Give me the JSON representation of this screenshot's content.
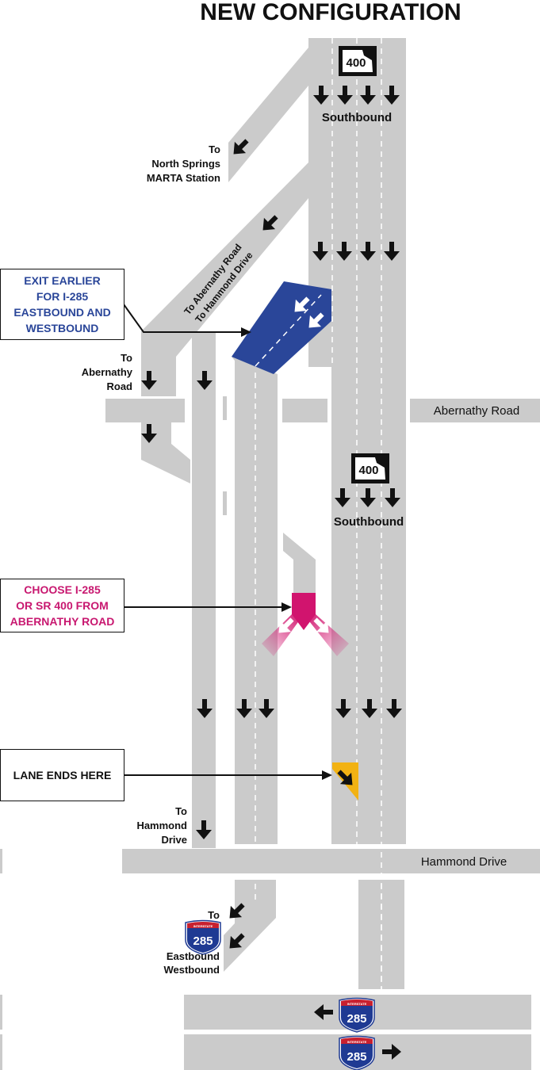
{
  "title": "NEW CONFIGURATION",
  "colors": {
    "road": "#cbcbcb",
    "blue_ramp": "#2a4699",
    "magenta": "#d1146e",
    "yellow": "#f2b213",
    "blue_text": "#2a4699",
    "magenta_text": "#c81870"
  },
  "sr400_shield": "400",
  "i285_shield": "285",
  "i285_banner": "INTERSTATE",
  "labels": {
    "southbound_top": "Southbound",
    "southbound_mid": "Southbound",
    "to_north_springs": [
      "To",
      "North Springs",
      "MARTA Station"
    ],
    "ramp_text_1": "To Abernathy Road",
    "ramp_text_2": "To Hammond Drive",
    "to_abernathy": [
      "To",
      "Abernathy",
      "Road"
    ],
    "abernathy_road": "Abernathy Road",
    "to_hammond": [
      "To",
      "Hammond",
      "Drive"
    ],
    "hammond_drive": "Hammond Drive",
    "to_i285_to": "To",
    "to_i285_dirs": [
      "Eastbound",
      "Westbound"
    ]
  },
  "callouts": {
    "exit_earlier": [
      "EXIT EARLIER",
      "FOR I-285",
      "EASTBOUND AND",
      "WESTBOUND"
    ],
    "choose": [
      "CHOOSE I-285",
      "OR SR 400 FROM",
      "ABERNATHY ROAD"
    ],
    "lane_ends": "LANE ENDS HERE"
  }
}
